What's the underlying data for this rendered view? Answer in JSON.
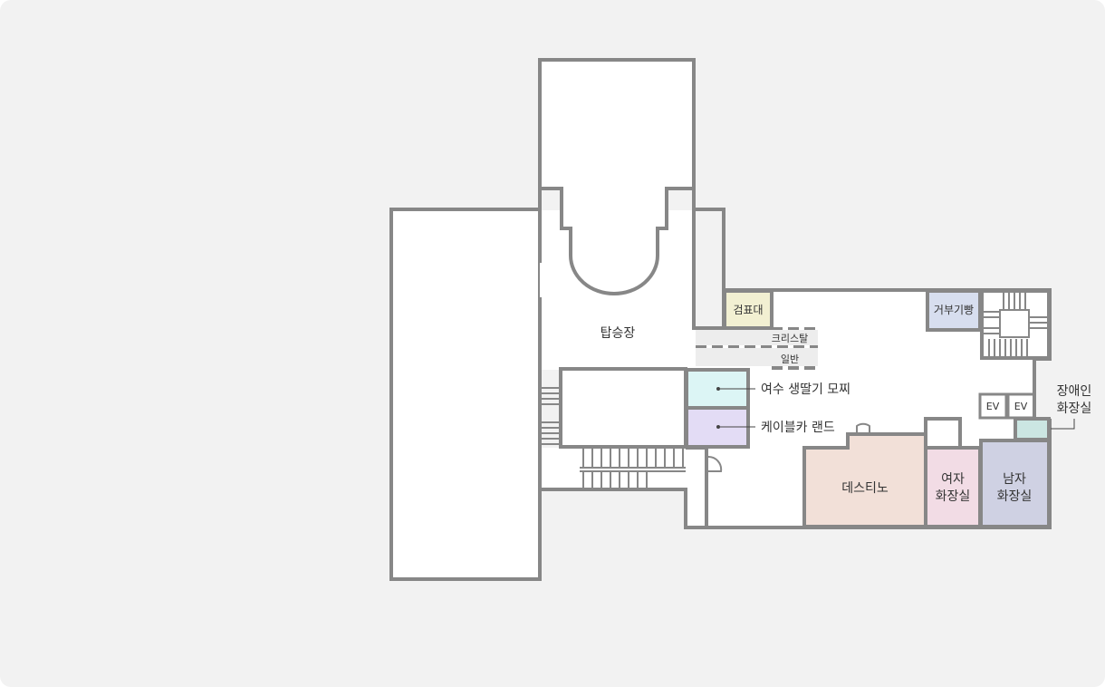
{
  "floor": {
    "rooms": {
      "boarding": {
        "label": "탑승장"
      },
      "ticket": {
        "label": "검표대",
        "color": "#f2f0d2"
      },
      "bakery": {
        "label": "거부기빵",
        "color": "#d7deef"
      },
      "strawberry": {
        "label": "여수 생딸기 모찌",
        "color": "#dcf5f5"
      },
      "cablecar_land": {
        "label": "케이블카 랜드",
        "color": "#e3dcf5"
      },
      "destino": {
        "label": "데스티노",
        "color": "#f2e0d8"
      },
      "women_restroom": {
        "line1": "여자",
        "line2": "화장실",
        "color": "#f2dce5"
      },
      "men_restroom": {
        "line1": "남자",
        "line2": "화장실",
        "color": "#cfd1e3"
      },
      "accessible_restroom": {
        "line1": "장애인",
        "line2": "화장실",
        "color": "#cbe6e2"
      },
      "ev1": {
        "label": "EV"
      },
      "ev2": {
        "label": "EV"
      }
    },
    "lanes": {
      "crystal": {
        "label": "크리스탈"
      },
      "general": {
        "label": "일반"
      }
    }
  }
}
